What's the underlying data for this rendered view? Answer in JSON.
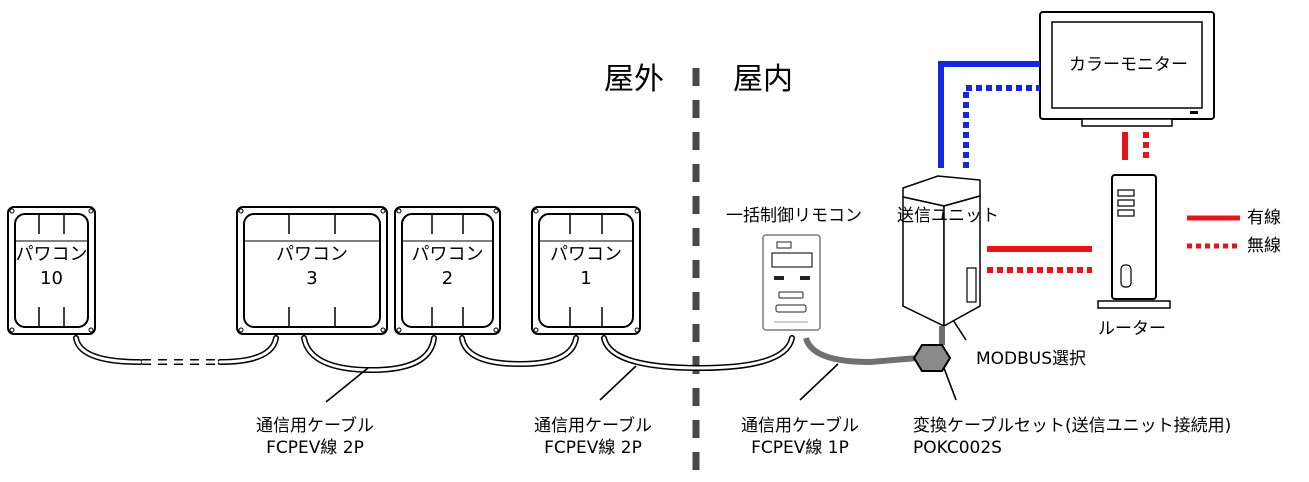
{
  "zones": {
    "outdoor": "屋外",
    "indoor": "屋内"
  },
  "inverters": [
    {
      "name": "パワコン",
      "number": "10"
    },
    {
      "name": "パワコン",
      "number": "3"
    },
    {
      "name": "パワコン",
      "number": "2"
    },
    {
      "name": "パワコン",
      "number": "1"
    }
  ],
  "cables": [
    {
      "line1": "通信用ケーブル",
      "line2": "FCPEV線 2P"
    },
    {
      "line1": "通信用ケーブル",
      "line2": "FCPEV線 2P"
    },
    {
      "line1": "通信用ケーブル",
      "line2": "FCPEV線 1P"
    }
  ],
  "remote": {
    "label": "一括制御リモコン"
  },
  "transmitter": {
    "label": "送信ユニット"
  },
  "monitor": {
    "label": "カラーモニター"
  },
  "router": {
    "label": "ルーター"
  },
  "modbus": {
    "label": "MODBUS選択"
  },
  "converter": {
    "line1": "変換ケーブルセット(送信ユニット接続用)",
    "line2": "POKC002S"
  },
  "legend": {
    "wired": "有線",
    "wireless": "無線"
  },
  "colors": {
    "wired": "#e8141c",
    "wifi_blue": "#1428e0",
    "cable_gray": "#707070",
    "connector": "#8a8a8a"
  }
}
